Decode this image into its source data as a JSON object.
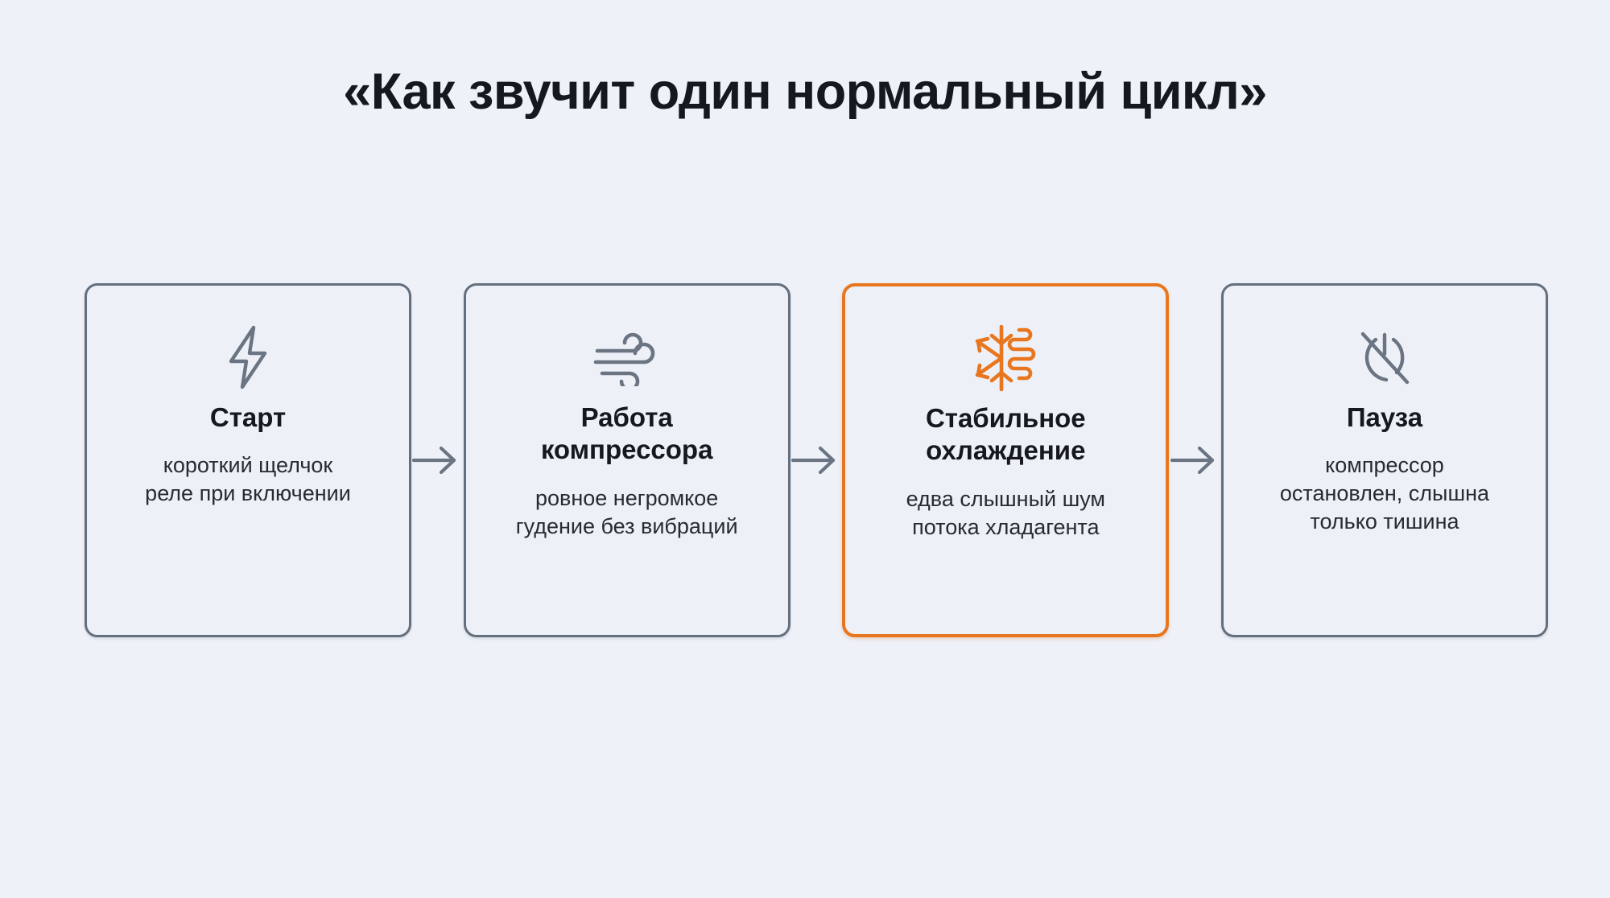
{
  "slide": {
    "title": "«Как звучит один нормальный цикл»",
    "background_color": "#eef1f8",
    "accent_color": "#e8761e",
    "neutral_border_color": "#646f7d",
    "text_color": "#15181d"
  },
  "steps": [
    {
      "icon": "lightning-bolt-icon",
      "title_line1": "Старт",
      "title_line2": "",
      "desc_line1": "короткий щелчок",
      "desc_line2": "реле при включении",
      "desc_line3": "",
      "highlighted": false
    },
    {
      "icon": "wind-icon",
      "title_line1": "Работа",
      "title_line2": "компрессора",
      "desc_line1": "ровное негромкое",
      "desc_line2": "гудение без вибраций",
      "desc_line3": "",
      "highlighted": false
    },
    {
      "icon": "snowflake-coil-icon",
      "title_line1": "Стабильное",
      "title_line2": "охлаждение",
      "desc_line1": "едва слышный шум",
      "desc_line2": "потока хладагента",
      "desc_line3": "",
      "highlighted": true
    },
    {
      "icon": "power-off-slash-icon",
      "title_line1": "Пауза",
      "title_line2": "",
      "desc_line1": "компрессор",
      "desc_line2": "остановлен, слышна",
      "desc_line3": "только тишина",
      "highlighted": false
    }
  ],
  "connectors": [
    {
      "name": "arrow-right-icon"
    },
    {
      "name": "arrow-right-icon"
    },
    {
      "name": "arrow-right-icon"
    }
  ]
}
